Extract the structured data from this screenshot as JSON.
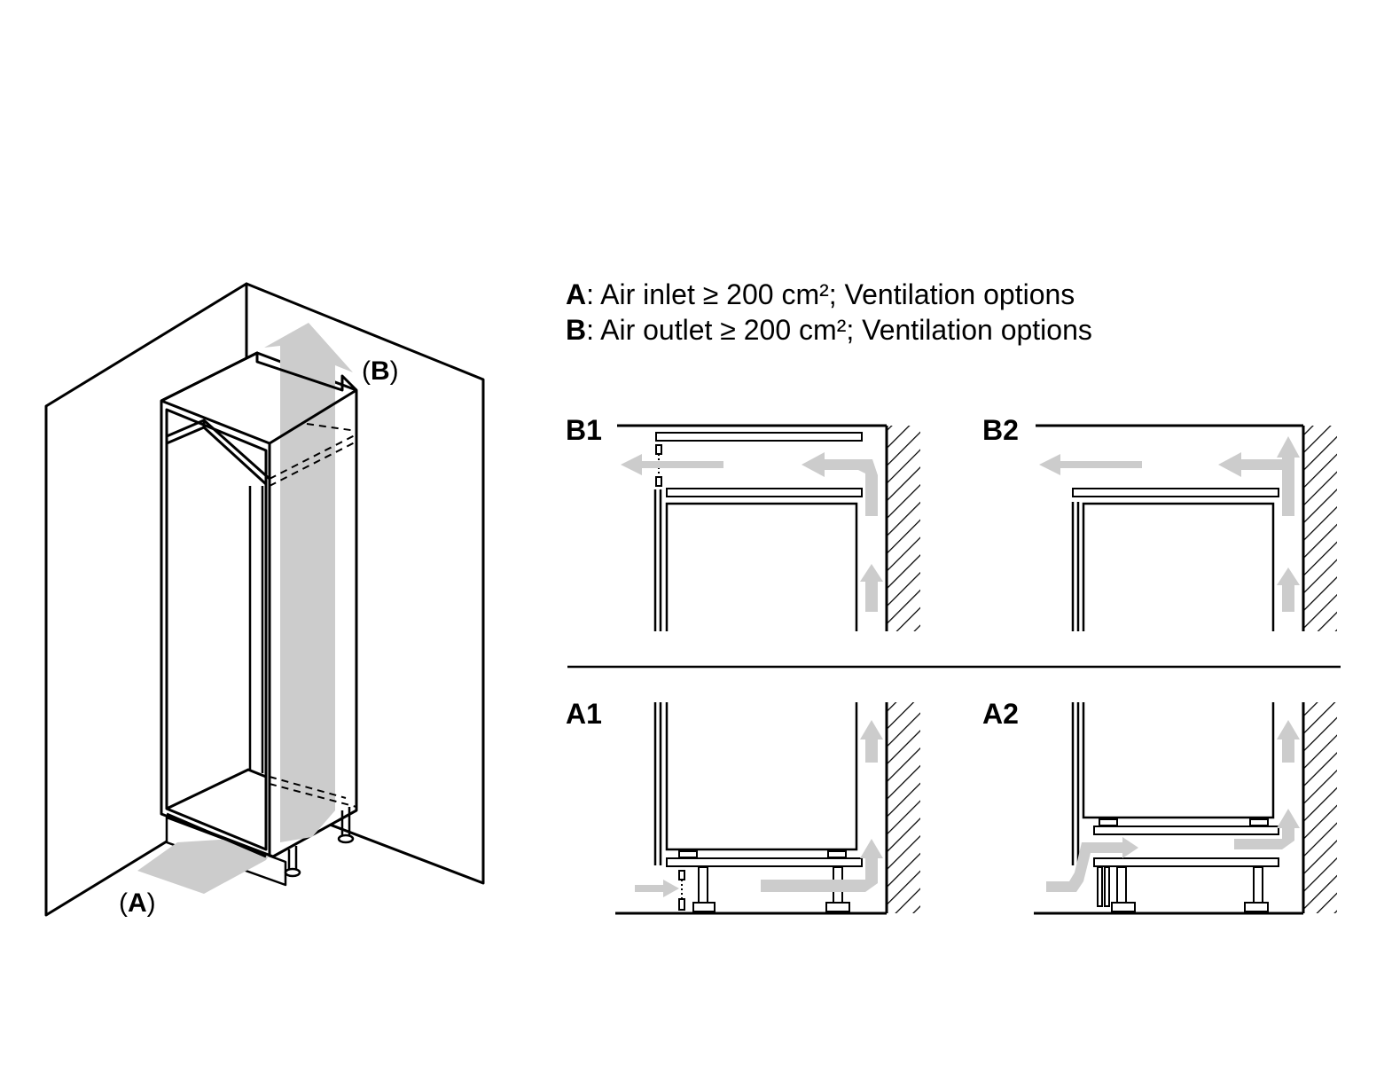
{
  "legend": {
    "a_key": "A",
    "a_text": ": Air inlet ≥ 200 cm²; Ventilation options",
    "b_key": "B",
    "b_text": ": Air outlet ≥ 200 cm²; Ventilation options"
  },
  "callouts": {
    "b_open": "(",
    "b_key": "B",
    "b_close": ")",
    "a_open": "(",
    "a_key": "A",
    "a_close": ")"
  },
  "panels": {
    "b1": "B1",
    "b2": "B2",
    "a1": "A1",
    "a2": "A2"
  },
  "colors": {
    "line": "#000000",
    "airflow": "#cccccc",
    "background": "#ffffff"
  }
}
